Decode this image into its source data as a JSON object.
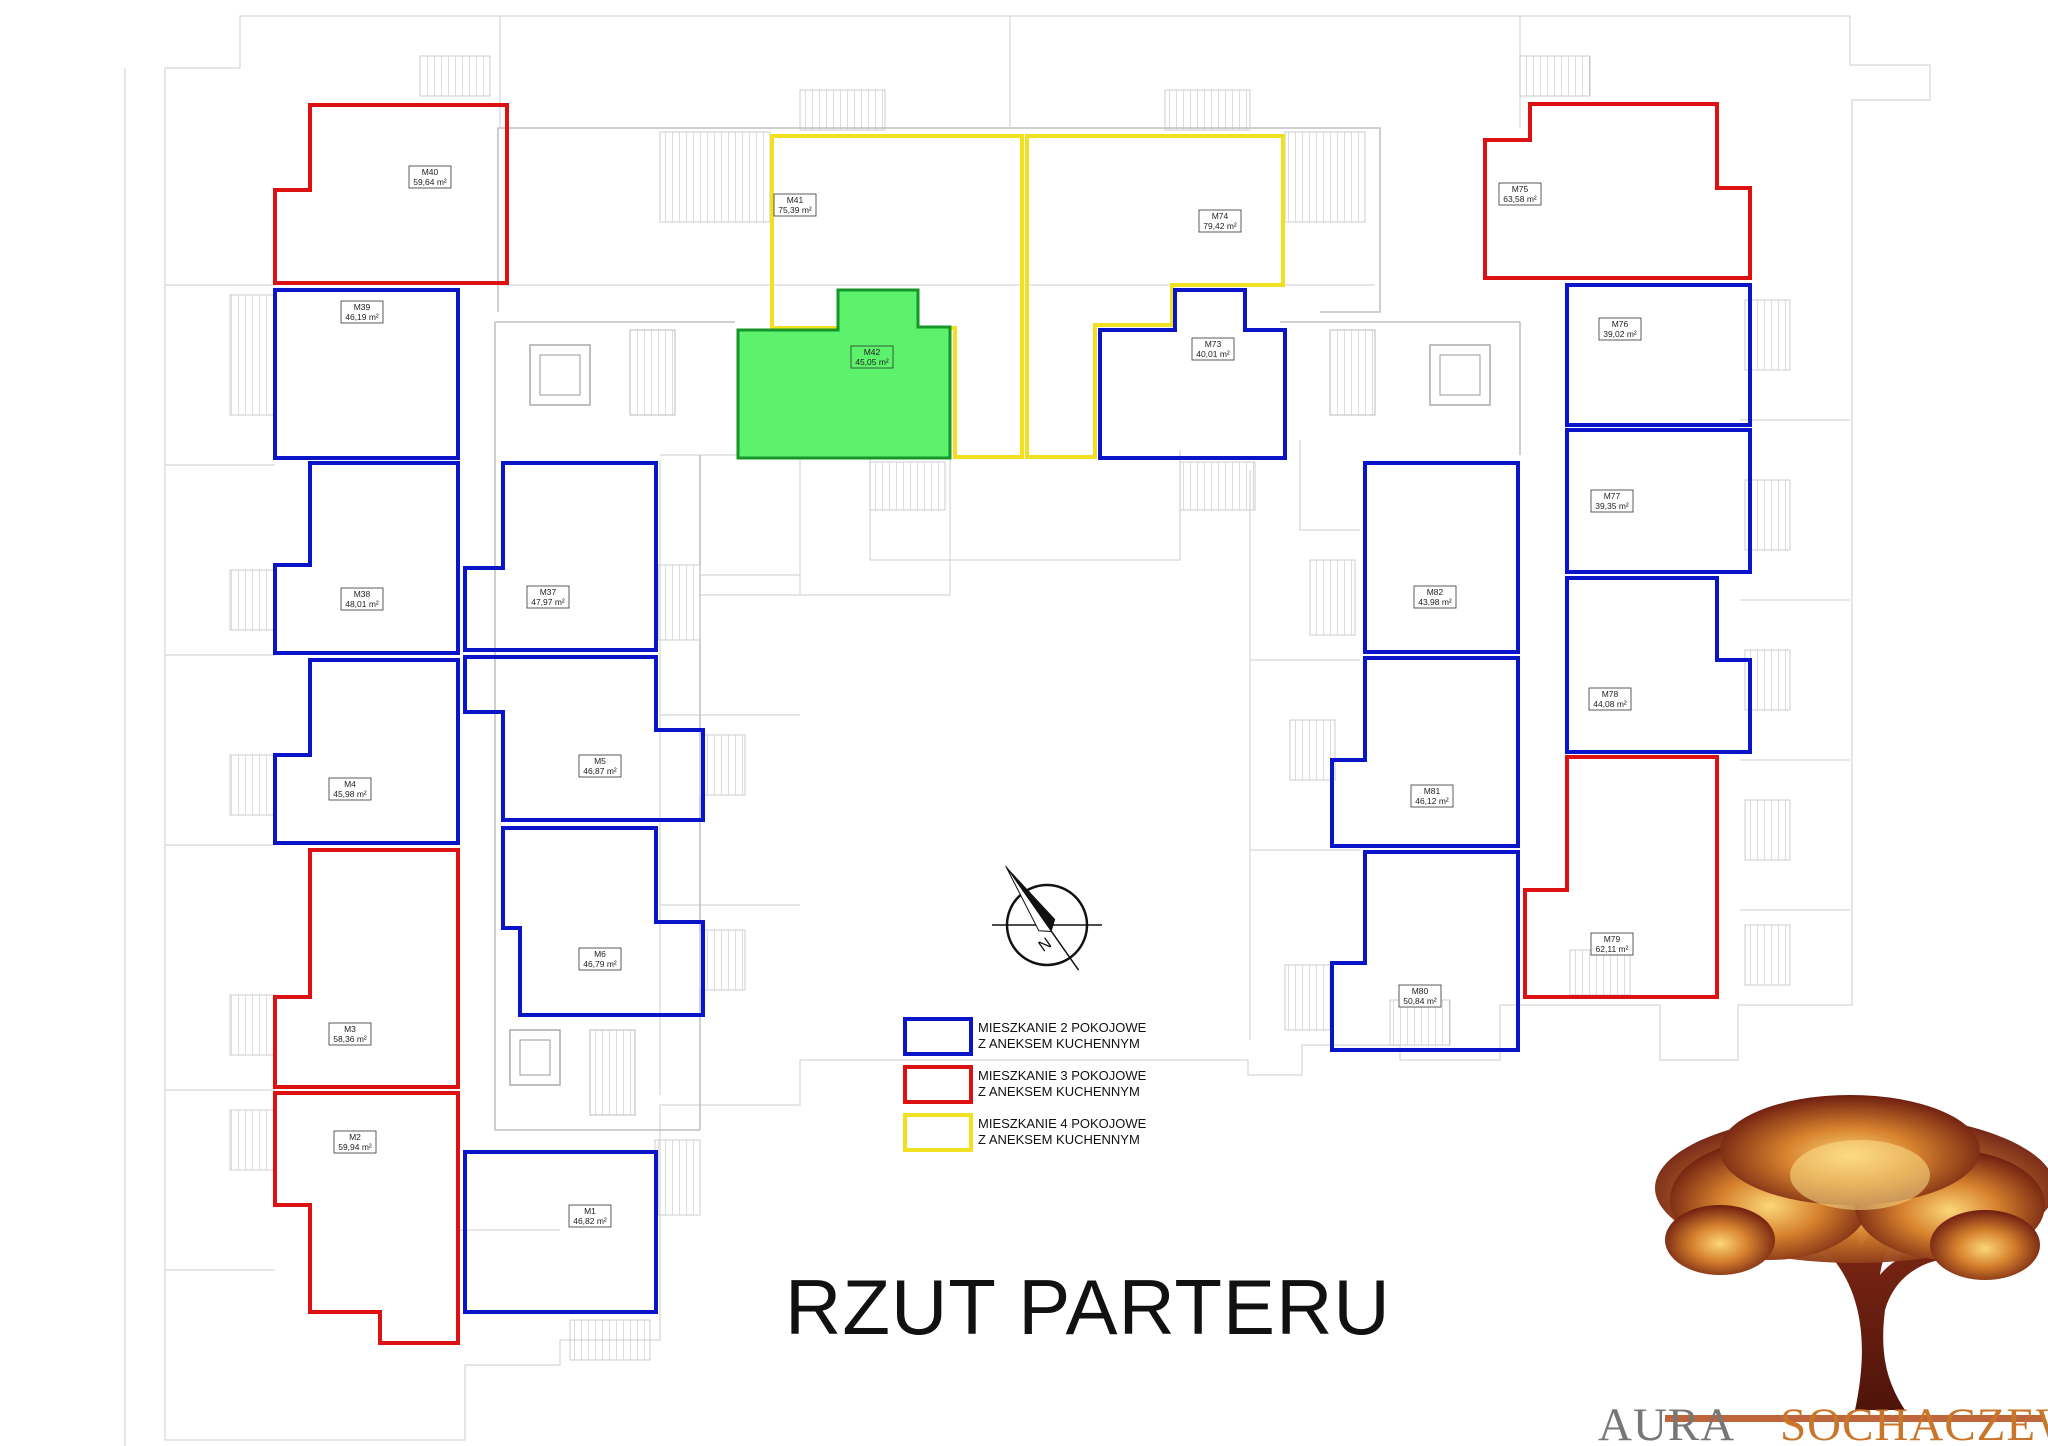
{
  "title": "RZUT PARTERU",
  "brand": {
    "aura": "AURA",
    "city": "SOCHACZEW"
  },
  "compass_letter": "N",
  "colors": {
    "two_room": "#0a14c8",
    "three_room": "#dd1111",
    "four_room": "#f0e020",
    "highlight_fill": "#5cf26b",
    "highlight_stroke": "#149628"
  },
  "legend": [
    {
      "type": "two_room",
      "line1": "MIESZKANIE 2 POKOJOWE",
      "line2": "Z ANEKSEM KUCHENNYM"
    },
    {
      "type": "three_room",
      "line1": "MIESZKANIE 3 POKOJOWE",
      "line2": "Z ANEKSEM KUCHENNYM"
    },
    {
      "type": "four_room",
      "line1": "MIESZKANIE 4 POKOJOWE",
      "line2": "Z ANEKSEM KUCHENNYM"
    }
  ],
  "units": [
    {
      "id": "M40",
      "area": "59,64 m²",
      "type": "three_room"
    },
    {
      "id": "M39",
      "area": "46,19 m²",
      "type": "two_room"
    },
    {
      "id": "M38",
      "area": "48,01 m²",
      "type": "two_room"
    },
    {
      "id": "M37",
      "area": "47,97 m²",
      "type": "two_room"
    },
    {
      "id": "M4",
      "area": "45,98 m²",
      "type": "two_room"
    },
    {
      "id": "M5",
      "area": "46,87 m²",
      "type": "two_room"
    },
    {
      "id": "M3",
      "area": "58,36 m²",
      "type": "three_room"
    },
    {
      "id": "M6",
      "area": "46,79 m²",
      "type": "two_room"
    },
    {
      "id": "M2",
      "area": "59,94 m²",
      "type": "three_room"
    },
    {
      "id": "M1",
      "area": "46,82 m²",
      "type": "two_room"
    },
    {
      "id": "M41",
      "area": "75,39 m²",
      "type": "four_room"
    },
    {
      "id": "M74",
      "area": "79,42 m²",
      "type": "four_room"
    },
    {
      "id": "M42",
      "area": "45,05 m²",
      "type": "highlight"
    },
    {
      "id": "M73",
      "area": "40,01 m²",
      "type": "two_room"
    },
    {
      "id": "M75",
      "area": "63,58 m²",
      "type": "three_room"
    },
    {
      "id": "M76",
      "area": "39,02 m²",
      "type": "two_room"
    },
    {
      "id": "M77",
      "area": "39,35 m²",
      "type": "two_room"
    },
    {
      "id": "M78",
      "area": "44,08 m²",
      "type": "two_room"
    },
    {
      "id": "M79",
      "area": "62,11 m²",
      "type": "three_room"
    },
    {
      "id": "M82",
      "area": "43,98 m²",
      "type": "two_room"
    },
    {
      "id": "M81",
      "area": "46,12 m²",
      "type": "two_room"
    },
    {
      "id": "M80",
      "area": "50,84 m²",
      "type": "two_room"
    }
  ]
}
